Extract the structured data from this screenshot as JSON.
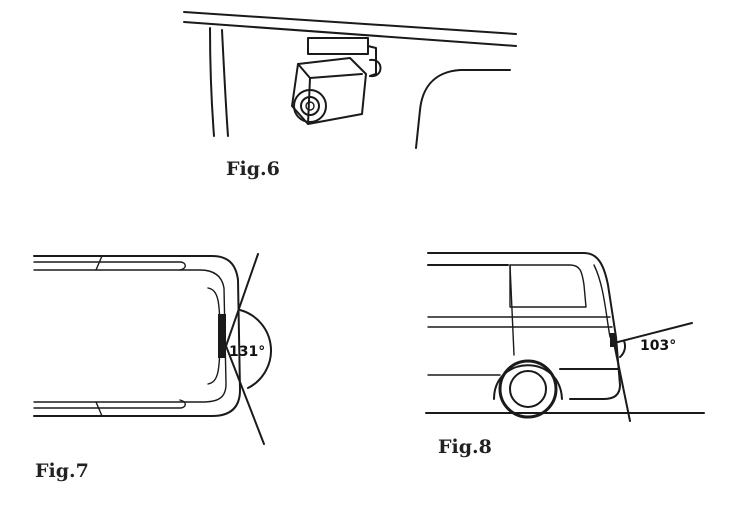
{
  "figures": [
    {
      "caption": "Fig.6"
    },
    {
      "caption": "Fig.7",
      "angle_label": "131°"
    },
    {
      "caption": "Fig.8",
      "angle_label": "103°"
    }
  ]
}
